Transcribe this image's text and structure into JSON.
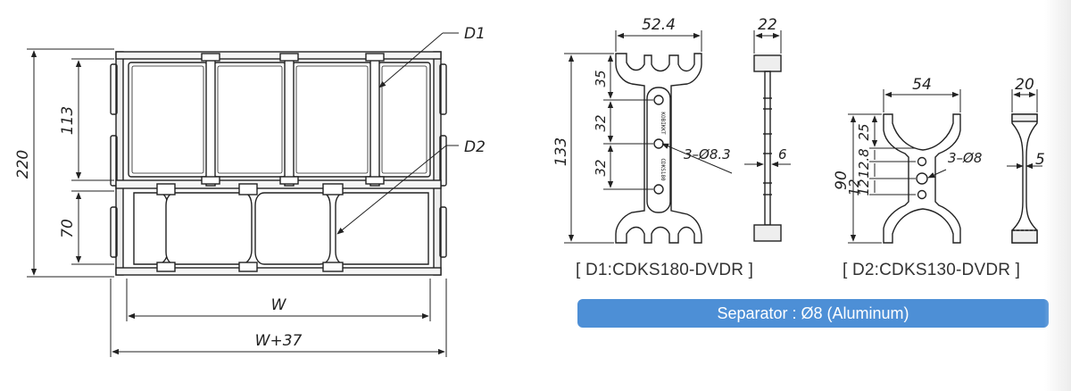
{
  "assembly": {
    "height_total": "220",
    "height_upper": "113",
    "height_lower": "70",
    "width_inner": "W",
    "width_outer": "W+37",
    "callout_d1": "D1",
    "callout_d2": "D2"
  },
  "d1": {
    "width": "52.4",
    "thickness": "22",
    "height": "133",
    "pitch_top": "35",
    "pitch_mid": "32",
    "pitch_low": "32",
    "hole_note": "3–Ø8.3",
    "web": "6",
    "engraving_a": "KOBIKKT",
    "engraving_b": "CDKS180",
    "caption": "[ D1:CDKS180-DVDR ]"
  },
  "d2": {
    "width": "54",
    "thickness": "20",
    "height": "90",
    "pitch_a": "25",
    "pitch_b": "12.8",
    "pitch_c": "12",
    "pitch_d": "12",
    "hole_note": "3–Ø8",
    "web": "5",
    "caption": "[ D2:CDKS130-DVDR ]"
  },
  "banner": {
    "text": "Separator : Ø8 (Aluminum)",
    "color": "#4d8fd6"
  }
}
